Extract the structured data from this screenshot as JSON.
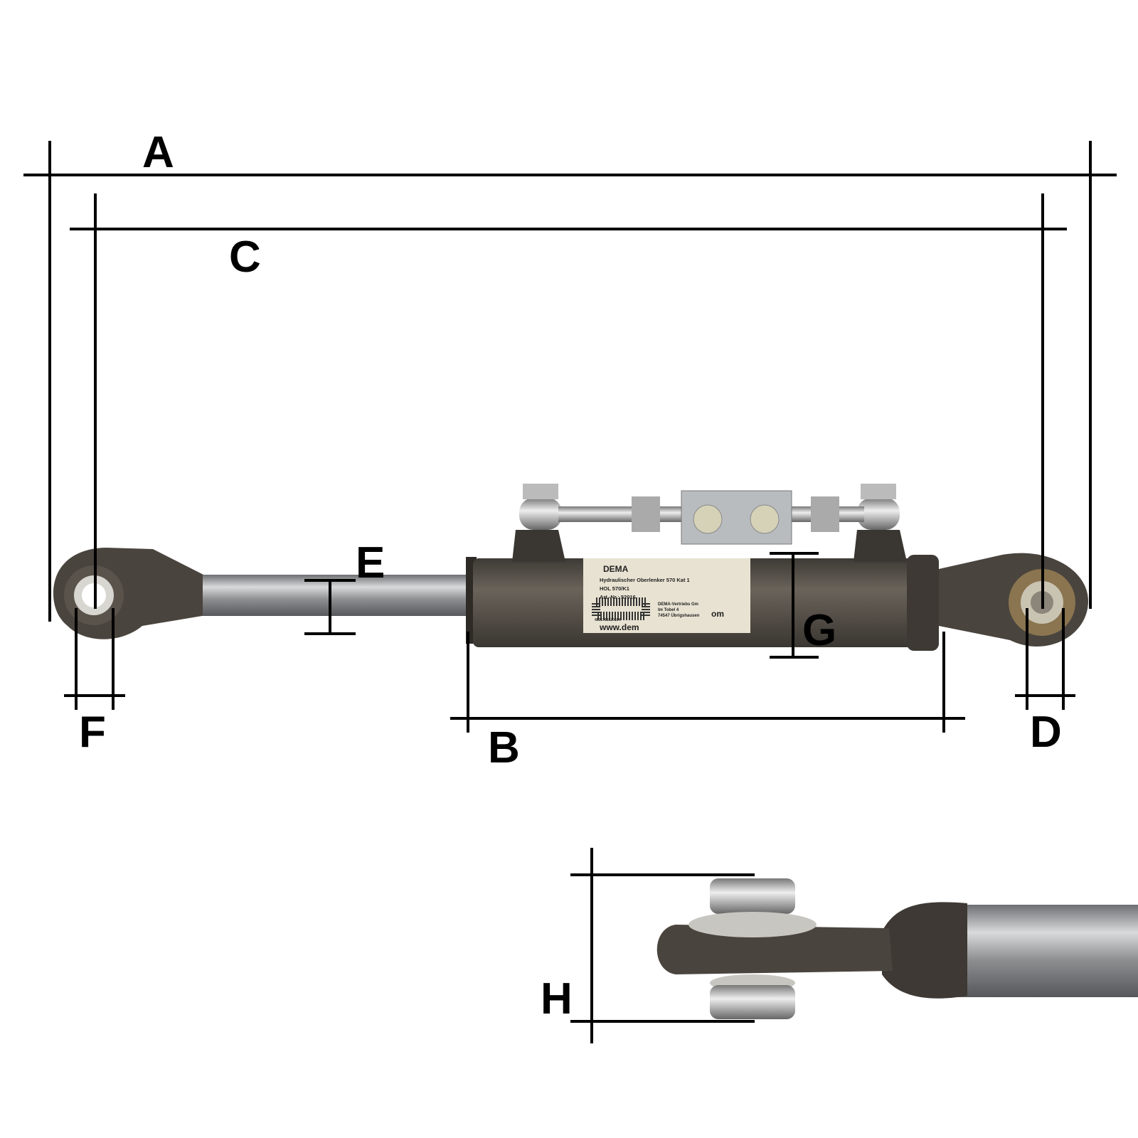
{
  "dimensions": {
    "A": "A",
    "B": "B",
    "C": "C",
    "D": "D",
    "E": "E",
    "F": "F",
    "G": "G",
    "H": "H"
  },
  "product_label": {
    "brand": "DEMA",
    "title": "Hydraulischer Oberlenker 570 Kat 1",
    "model": "HOL 570/K1",
    "article": "Art.-Nr.: 52016",
    "barcode_number": "4031765520164",
    "website": "www.dem",
    "vendor_line1": "DEMA-Vertriebs Gm",
    "vendor_line2": "Im Tobel 4",
    "vendor_line3": "74547 Übrigshausen",
    "vendor_suffix": "om"
  },
  "colors": {
    "steel": "#9a9c9e",
    "body": "#4e4840",
    "label": "#e8e2d2"
  }
}
